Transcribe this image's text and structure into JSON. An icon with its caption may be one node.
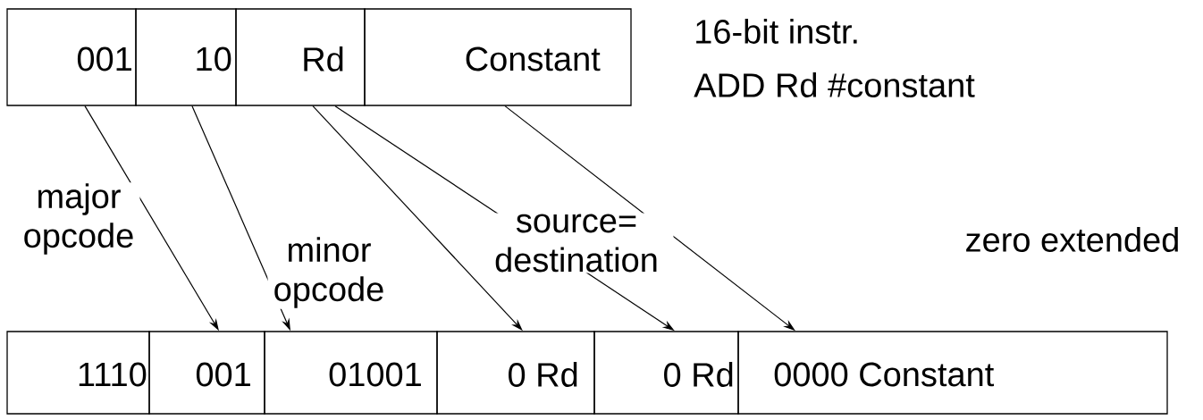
{
  "diagram": {
    "nodes": [
      {
        "text": [
          "001"
        ]
      },
      {
        "text": [
          "10"
        ]
      },
      {
        "text": [
          "Rd"
        ]
      },
      {
        "text": [
          "Constant"
        ]
      },
      {
        "text": [
          "1110"
        ]
      },
      {
        "text": [
          "001"
        ]
      },
      {
        "text": [
          "01001"
        ]
      },
      {
        "text": [
          "0 Rd"
        ]
      },
      {
        "text": [
          "0 Rd"
        ]
      },
      {
        "text": [
          "0000 Constant"
        ]
      }
    ],
    "edges": [
      {
        "from": 0,
        "to": 5,
        "arrow": "to"
      },
      {
        "from": 1,
        "to": 6,
        "arrow": "to"
      },
      {
        "from": 2,
        "to": 7,
        "arrow": "to"
      },
      {
        "from": 2,
        "to": 8,
        "arrow": "to"
      },
      {
        "from": 3,
        "to": 9,
        "arrow": "to"
      }
    ],
    "labels": [
      "16-bit instr.",
      "ADD Rd #constant",
      "major opcode",
      "minor opcode",
      "source= destination",
      "zero extended"
    ]
  }
}
